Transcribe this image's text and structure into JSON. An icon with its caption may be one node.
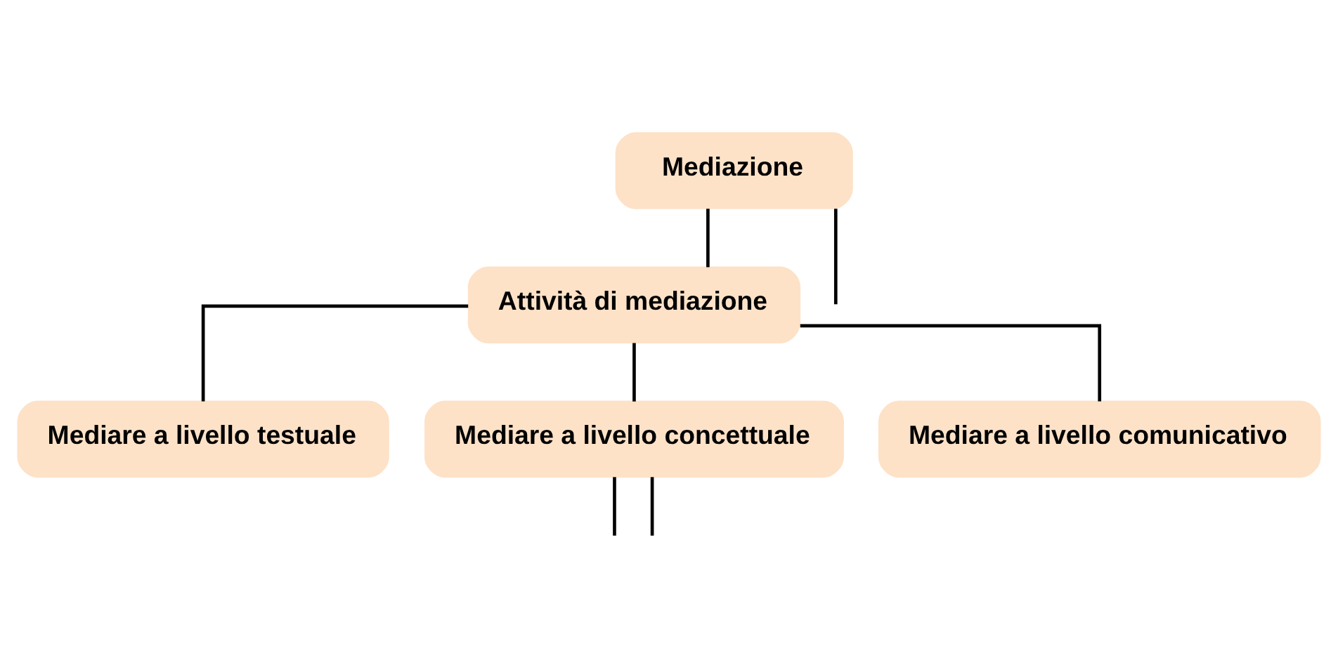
{
  "diagram": {
    "nodes": [
      {
        "text": [
          "Mediazione"
        ]
      },
      {
        "text": [
          "Attività di mediazione"
        ]
      },
      {
        "text": [
          "Mediare a livello testuale"
        ]
      },
      {
        "text": [
          "Mediare a livello concettuale"
        ]
      },
      {
        "text": [
          "Mediare a livello comunicativo"
        ]
      }
    ],
    "edges": [
      {
        "from": 0,
        "to": 1,
        "arrow": "none"
      },
      {
        "from": 0,
        "to": null,
        "arrow": "none"
      },
      {
        "from": 1,
        "to": 2,
        "arrow": "none"
      },
      {
        "from": 1,
        "to": 3,
        "arrow": "none"
      },
      {
        "from": 1,
        "to": 4,
        "arrow": "none"
      },
      {
        "from": 3,
        "to": null,
        "arrow": "none"
      },
      {
        "from": 3,
        "to": null,
        "arrow": "none"
      }
    ]
  }
}
